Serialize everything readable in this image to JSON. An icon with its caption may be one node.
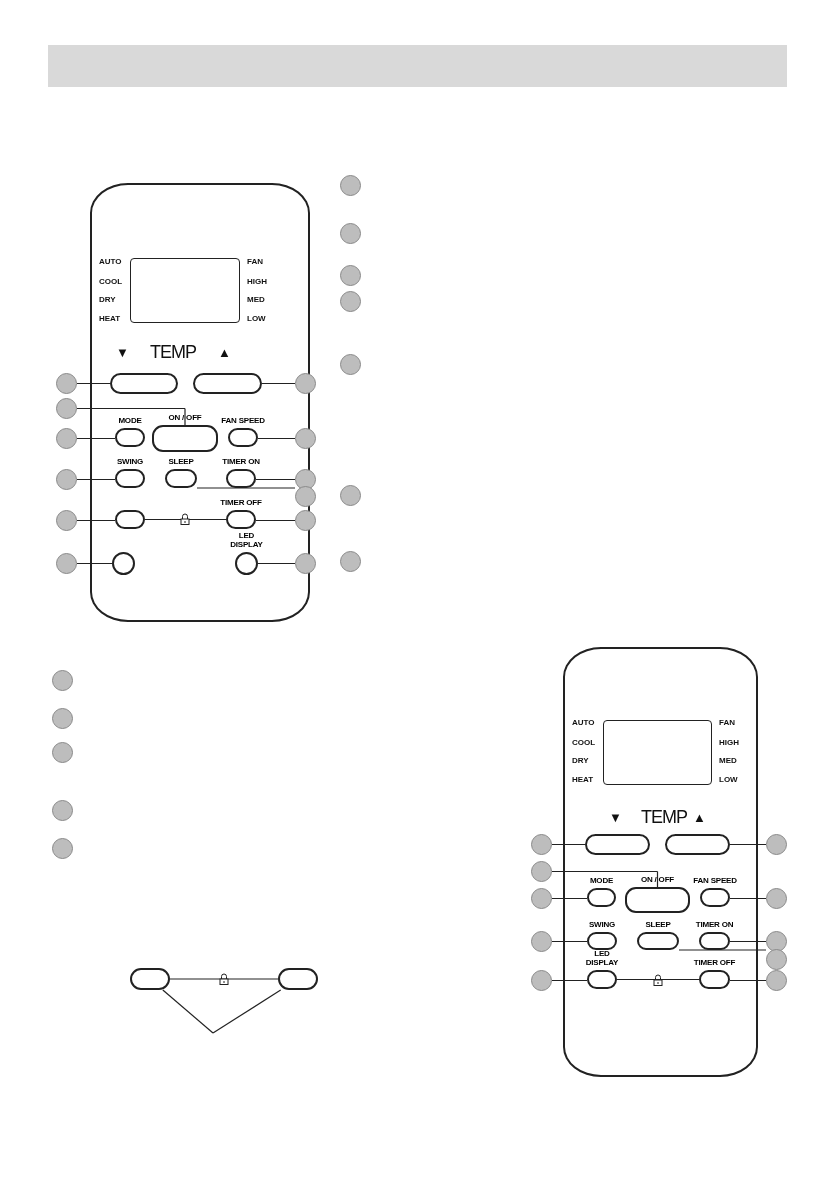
{
  "diagram": {
    "nodes": [
      {
        "text": [],
        "shape": "box"
      },
      {
        "text": [],
        "shape": "box",
        "in": 0
      },
      {
        "text": [],
        "shape": "box",
        "in": 0
      },
      {
        "text": [
          "MODE"
        ],
        "in": 0
      },
      {
        "text": [
          "ON / OFF"
        ],
        "in": 0
      },
      {
        "text": [
          "FAN SPEED"
        ],
        "in": 0
      },
      {
        "text": [
          "SWING"
        ],
        "in": 0
      },
      {
        "text": [
          "SLEEP"
        ],
        "in": 0
      },
      {
        "text": [
          "TIMER ON"
        ],
        "in": 0
      },
      {
        "text": [],
        "shape": "box",
        "in": 0
      },
      {
        "text": [
          "TIMER OFF"
        ],
        "in": 0
      },
      {
        "text": [],
        "shape": "circle",
        "in": 0
      },
      {
        "text": [
          "LED DISPLAY"
        ],
        "in": 0
      },
      {
        "text": [],
        "shape": "circle"
      },
      {
        "text": [],
        "shape": "circle"
      },
      {
        "text": [],
        "shape": "circle"
      },
      {
        "text": [],
        "shape": "circle"
      },
      {
        "text": [],
        "shape": "circle"
      },
      {
        "text": [],
        "shape": "circle"
      },
      {
        "text": [],
        "shape": "circle"
      },
      {
        "text": [],
        "shape": "circle"
      },
      {
        "text": [],
        "shape": "circle"
      },
      {
        "text": [],
        "shape": "circle"
      },
      {
        "text": [],
        "shape": "circle"
      },
      {
        "text": [],
        "shape": "circle"
      },
      {
        "text": [],
        "shape": "circle"
      },
      {
        "text": [],
        "shape": "circle"
      },
      {
        "text": [],
        "shape": "circle"
      },
      {
        "text": [],
        "shape": "circle"
      },
      {
        "text": [],
        "shape": "circle"
      },
      {
        "text": [],
        "shape": "circle"
      },
      {
        "text": [],
        "shape": "circle"
      },
      {
        "text": [],
        "shape": "circle"
      },
      {
        "text": [],
        "shape": "circle"
      },
      {
        "text": [],
        "shape": "circle"
      },
      {
        "text": [],
        "shape": "circle"
      },
      {
        "text": [],
        "shape": "circle"
      },
      {
        "text": [],
        "shape": "box"
      },
      {
        "text": [],
        "shape": "box"
      },
      {
        "text": [],
        "shape": "box"
      },
      {
        "text": [],
        "shape": "box",
        "in": 39
      },
      {
        "text": [],
        "shape": "box",
        "in": 39
      },
      {
        "text": [
          "MODE"
        ],
        "in": 39
      },
      {
        "text": [
          "ON / OFF"
        ],
        "in": 39
      },
      {
        "text": [
          "FAN SPEED"
        ],
        "in": 39
      },
      {
        "text": [
          "SWING"
        ],
        "in": 39
      },
      {
        "text": [
          "SLEEP"
        ],
        "in": 39
      },
      {
        "text": [
          "TIMER ON"
        ],
        "in": 39
      },
      {
        "text": [
          "LED DISPLAY"
        ],
        "in": 39
      },
      {
        "text": [
          "TIMER OFF"
        ],
        "in": 39
      },
      {
        "text": [],
        "shape": "circle"
      },
      {
        "text": [],
        "shape": "circle"
      },
      {
        "text": [],
        "shape": "circle"
      },
      {
        "text": [],
        "shape": "circle"
      },
      {
        "text": [],
        "shape": "circle"
      },
      {
        "text": [],
        "shape": "circle"
      },
      {
        "text": [],
        "shape": "circle"
      },
      {
        "text": [],
        "shape": "circle"
      },
      {
        "text": [],
        "shape": "circle"
      },
      {
        "text": [],
        "shape": "circle"
      },
      {
        "text": [],
        "shape": "box",
        "in": 0
      },
      {
        "text": [],
        "shape": "box",
        "in": 39
      }
    ],
    "edges": [
      {
        "from": 13,
        "to": 1,
        "arrow": "none"
      },
      {
        "from": 14,
        "to": 4,
        "arrow": "none"
      },
      {
        "from": 15,
        "to": 3,
        "arrow": "none"
      },
      {
        "from": 16,
        "to": 6,
        "arrow": "none"
      },
      {
        "from": 17,
        "to": 9,
        "arrow": "none"
      },
      {
        "from": 18,
        "to": 11,
        "arrow": "none"
      },
      {
        "from": 19,
        "to": 2,
        "arrow": "none"
      },
      {
        "from": 20,
        "to": 5,
        "arrow": "none"
      },
      {
        "from": 21,
        "to": 8,
        "arrow": "none"
      },
      {
        "from": 22,
        "to": 7,
        "arrow": "none"
      },
      {
        "from": 23,
        "to": 10,
        "arrow": "none"
      },
      {
        "from": 24,
        "to": 12,
        "arrow": "none"
      },
      {
        "from": 9,
        "to": 10,
        "arrow": "none"
      },
      {
        "from": 37,
        "to": 38,
        "arrow": "none"
      },
      {
        "from": 37,
        "to": null,
        "arrow": "none"
      },
      {
        "from": 38,
        "to": null,
        "arrow": "none"
      },
      {
        "from": 50,
        "to": 40,
        "arrow": "none"
      },
      {
        "from": 51,
        "to": 43,
        "arrow": "none"
      },
      {
        "from": 52,
        "to": 42,
        "arrow": "none"
      },
      {
        "from": 53,
        "to": 45,
        "arrow": "none"
      },
      {
        "from": 54,
        "to": 48,
        "arrow": "none"
      },
      {
        "from": 55,
        "to": 41,
        "arrow": "none"
      },
      {
        "from": 56,
        "to": 44,
        "arrow": "none"
      },
      {
        "from": 57,
        "to": 47,
        "arrow": "none"
      },
      {
        "from": 58,
        "to": 46,
        "arrow": "none"
      },
      {
        "from": 59,
        "to": 49,
        "arrow": "none"
      },
      {
        "from": 48,
        "to": 49,
        "arrow": "none"
      }
    ],
    "labels": [
      "AUTO",
      "FAN",
      "COOL",
      "HIGH",
      "DRY",
      "MED",
      "HEAT",
      "LOW",
      "▼",
      "TEMP",
      "▲",
      "AUTO",
      "FAN",
      "COOL",
      "HIGH",
      "DRY",
      "MED",
      "HEAT",
      "LOW",
      "▼",
      "TEMP",
      "▲"
    ]
  }
}
